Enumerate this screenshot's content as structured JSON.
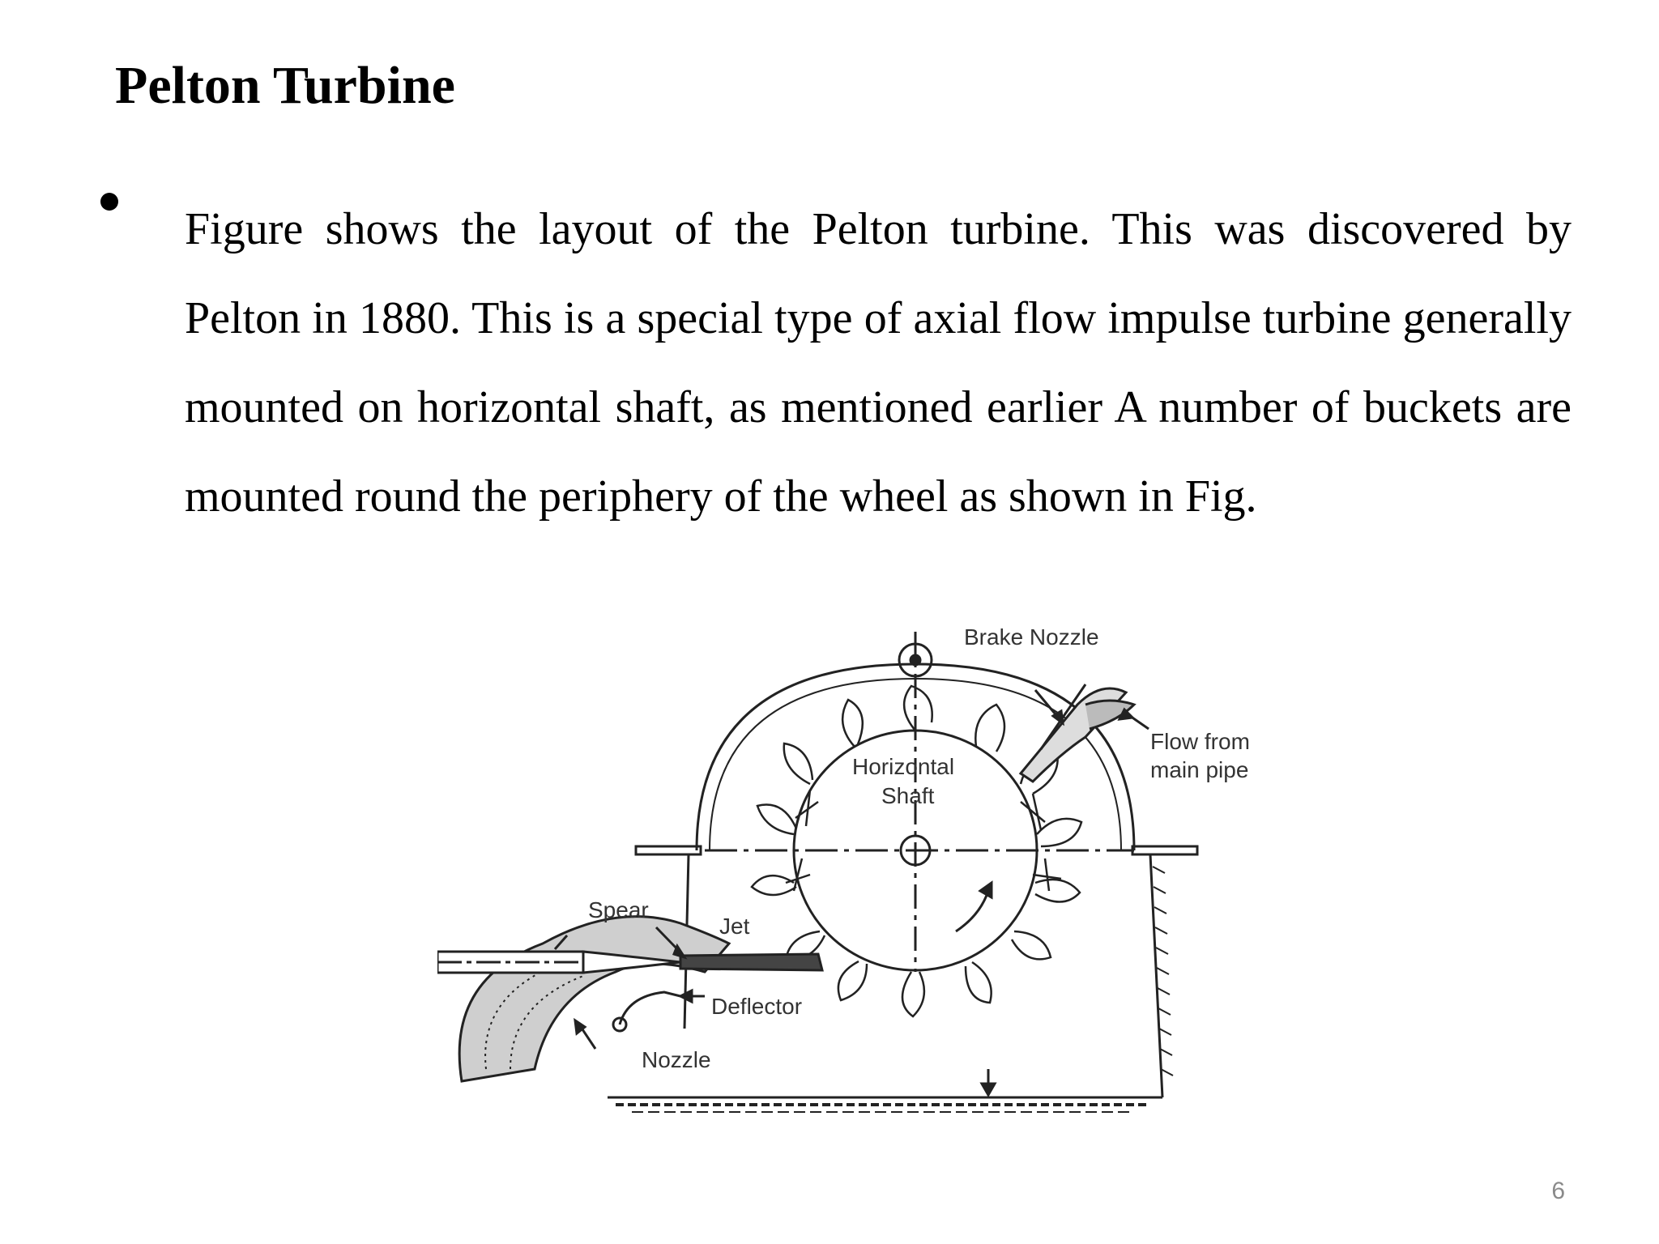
{
  "slide": {
    "title": "Pelton Turbine",
    "bullet": "Figure shows the layout of the Pelton turbine. This was discovered by Pelton in 1880. This is a special type of axial flow impulse turbine generally mounted on horizontal shaft, as mentioned earlier A number of buckets are mounted round the periphery of the wheel as shown in Fig.",
    "page_number": "6"
  },
  "figure": {
    "labels": {
      "brake_nozzle": "Brake Nozzle",
      "flow_from_main_pipe_line1": "Flow from",
      "flow_from_main_pipe_line2": "main pipe",
      "horizontal_shaft_line1": "Horizontal",
      "horizontal_shaft_line2": "Shaft",
      "spear": "Spear",
      "jet": "Jet",
      "deflector": "Deflector",
      "nozzle": "Nozzle"
    }
  }
}
